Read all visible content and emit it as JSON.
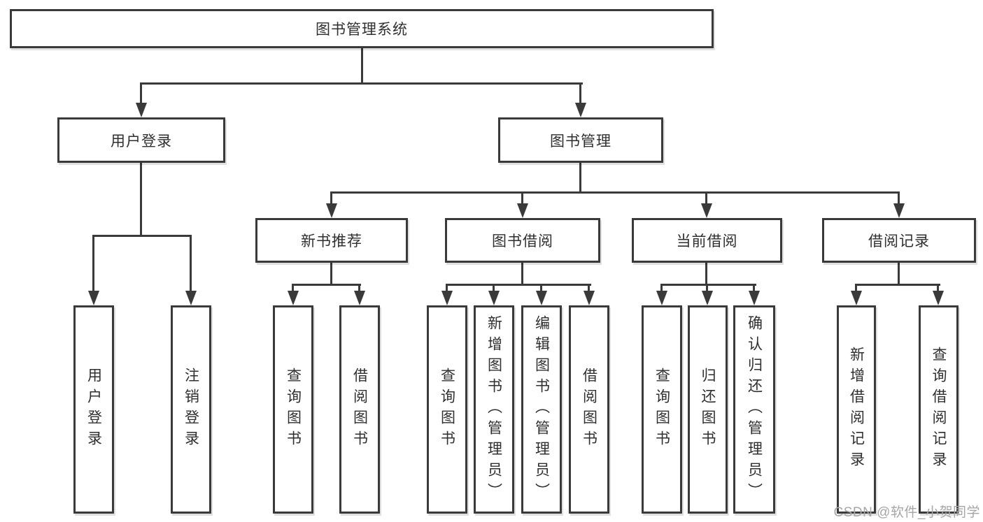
{
  "diagram": {
    "root": {
      "label": "图书管理系统"
    },
    "branches": [
      {
        "label": "用户登录",
        "children": [
          {
            "label": "用户登录"
          },
          {
            "label": "注销登录"
          }
        ]
      },
      {
        "label": "图书管理",
        "children": [
          {
            "label": "新书推荐",
            "children": [
              {
                "label": "查询图书"
              },
              {
                "label": "借阅图书"
              }
            ]
          },
          {
            "label": "图书借阅",
            "children": [
              {
                "label": "查询图书"
              },
              {
                "label": "新增图书（管理员）"
              },
              {
                "label": "编辑图书（管理员）"
              },
              {
                "label": "借阅图书"
              }
            ]
          },
          {
            "label": "当前借阅",
            "children": [
              {
                "label": "查询图书"
              },
              {
                "label": "归还图书"
              },
              {
                "label": "确认归还（管理员）"
              }
            ]
          },
          {
            "label": "借阅记录",
            "children": [
              {
                "label": "新增借阅记录"
              },
              {
                "label": "查询借阅记录"
              }
            ]
          }
        ]
      }
    ]
  },
  "watermark": {
    "text": "CSDN @软件_小贺同学"
  },
  "colors": {
    "line": "#3a3a3a",
    "text": "#2f2f2f",
    "box_background": "#ffffff",
    "watermark": "#a6a6a6"
  }
}
